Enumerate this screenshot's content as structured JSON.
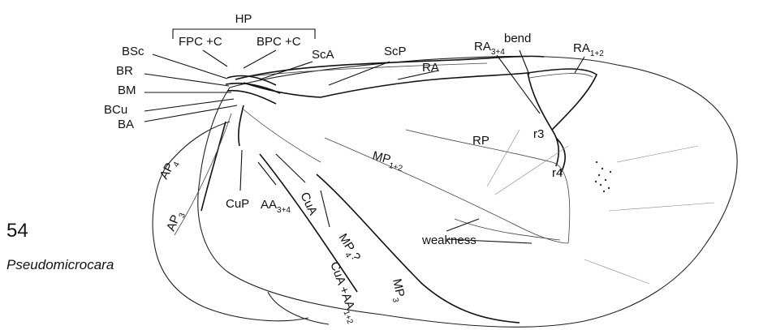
{
  "figure": {
    "number": "54",
    "genus": "Pseudomicrocara"
  },
  "labels": {
    "hp": "HP",
    "fpc": "FPC +C",
    "bpc": "BPC +C",
    "bsc": "BSc",
    "br": "BR",
    "bm": "BM",
    "bcu": "BCu",
    "ba": "BA",
    "sca": "ScA",
    "scp": "ScP",
    "ra": "RA",
    "ra34": "RA",
    "ra34_sub": "3+4",
    "bend": "bend",
    "ra12": "RA",
    "ra12_sub": "1+2",
    "rp": "RP",
    "r3": "r3",
    "r4": "r4",
    "mp12": "MP",
    "mp12_sub": "1+2",
    "ap4": "AP",
    "ap4_sub": "4",
    "ap3": "AP",
    "ap3_sub": "3",
    "cup": "CuP",
    "aa34": "AA",
    "aa34_sub": "3+4",
    "cua": "CuA",
    "mp4": "MP",
    "mp4_sub": "4",
    "mp4_q": "?",
    "weakness": "weakness",
    "cuaaa": "CuA +AA",
    "cuaaa_sub": "1+2",
    "mp3": "MP",
    "mp3_sub": "3"
  }
}
